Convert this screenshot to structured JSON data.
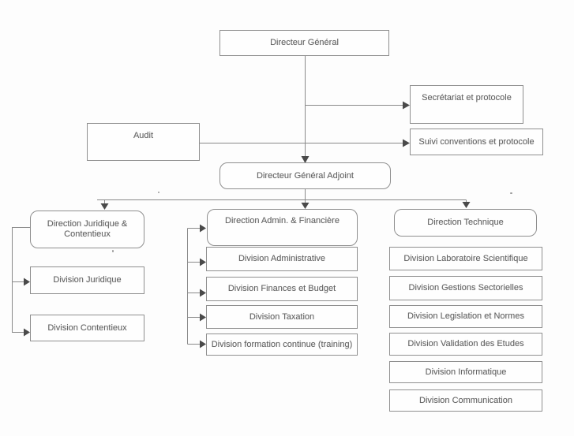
{
  "diagram": {
    "type": "org-chart",
    "language": "fr",
    "colors": {
      "background": "#fdfdfd",
      "box_border": "#8f8f8f",
      "box_fill": "#fefefe",
      "text": "#646464",
      "line": "#8a8a8a",
      "arrowhead": "#4a4a4a"
    },
    "nodes": {
      "directeur_general": "Directeur Général",
      "secretariat": "Secrétariat et protocole",
      "suivi_conventions": "Suivi conventions et protocole",
      "audit": "Audit",
      "dga": "Directeur Général Adjoint",
      "dir_juridique": "Direction Juridique & Contentieux",
      "div_juridique": "Division Juridique",
      "div_contentieux": "Division Contentieux",
      "dir_admin": "Direction Admin. & Financière",
      "div_administrative": "Division Administrative",
      "div_finances": "Division Finances et Budget",
      "div_taxation": "Division Taxation",
      "div_formation": "Division formation continue (training)",
      "dir_technique": "Direction Technique",
      "div_laboratoire": "Division Laboratoire Scientifique",
      "div_gestions": "Division Gestions Sectorielles",
      "div_legislation": "Division Legislation et Normes",
      "div_validation": "Division Validation des Etudes",
      "div_informatique": "Division Informatique",
      "div_communication": "Division Communication"
    },
    "edges": [
      {
        "from": "Directeur Général",
        "to": "Directeur Général Adjoint",
        "arrow": true
      },
      {
        "from": "Directeur Général",
        "to": "Secrétariat et protocole",
        "arrow": true
      },
      {
        "from": "Audit",
        "to": "Suivi conventions et protocole",
        "arrow": true
      },
      {
        "from": "Directeur Général Adjoint",
        "to": "Direction Juridique & Contentieux",
        "arrow": true
      },
      {
        "from": "Directeur Général Adjoint",
        "to": "Direction Admin. & Financière",
        "arrow": true
      },
      {
        "from": "Directeur Général Adjoint",
        "to": "Direction Technique",
        "arrow": true
      },
      {
        "from": "Direction Juridique & Contentieux",
        "to": "Division Juridique",
        "arrow": true
      },
      {
        "from": "Direction Juridique & Contentieux",
        "to": "Division Contentieux",
        "arrow": true
      },
      {
        "from": "Direction Admin. & Financière",
        "to": "Division Administrative",
        "arrow": true
      },
      {
        "from": "Direction Admin. & Financière",
        "to": "Division Finances et Budget",
        "arrow": true
      },
      {
        "from": "Direction Admin. & Financière",
        "to": "Division Taxation",
        "arrow": true
      },
      {
        "from": "Direction Admin. & Financière",
        "to": "Division formation continue (training)",
        "arrow": true
      },
      {
        "from": "Direction Technique",
        "to": "Division Laboratoire Scientifique",
        "arrow": false
      },
      {
        "from": "Direction Technique",
        "to": "Division Gestions Sectorielles",
        "arrow": false
      },
      {
        "from": "Direction Technique",
        "to": "Division Legislation et Normes",
        "arrow": false
      },
      {
        "from": "Direction Technique",
        "to": "Division Validation des Etudes",
        "arrow": false
      },
      {
        "from": "Direction Technique",
        "to": "Division Informatique",
        "arrow": false
      },
      {
        "from": "Direction Technique",
        "to": "Division Communication",
        "arrow": false
      }
    ]
  }
}
